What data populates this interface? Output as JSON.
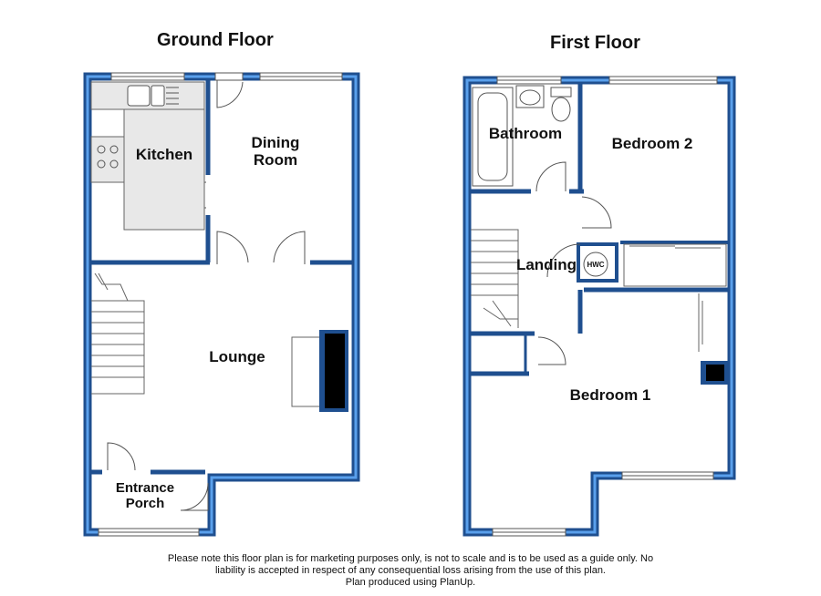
{
  "floors": {
    "ground": {
      "title": "Ground Floor",
      "rooms": {
        "kitchen": "Kitchen",
        "dining_line1": "Dining",
        "dining_line2": "Room",
        "lounge": "Lounge",
        "porch_line1": "Entrance",
        "porch_line2": "Porch"
      }
    },
    "first": {
      "title": "First Floor",
      "rooms": {
        "bathroom": "Bathroom",
        "bedroom2": "Bedroom 2",
        "landing": "Landing",
        "hwc": "HWC",
        "bedroom1": "Bedroom 1"
      }
    }
  },
  "colors": {
    "wall_outer": "#1f4f8f",
    "wall_inner": "#4d8fe0",
    "floor_fill": "#ffffff",
    "kitchen_counter": "#e8e8e8",
    "fireplace": "#000000"
  },
  "disclaimer": {
    "line1": "Please note this floor plan is for marketing purposes only, is not to scale and is to be used as a guide only.  No",
    "line2": "liability is accepted in respect of any consequential loss arising from the use of this plan.",
    "line3": "Plan produced using PlanUp."
  }
}
